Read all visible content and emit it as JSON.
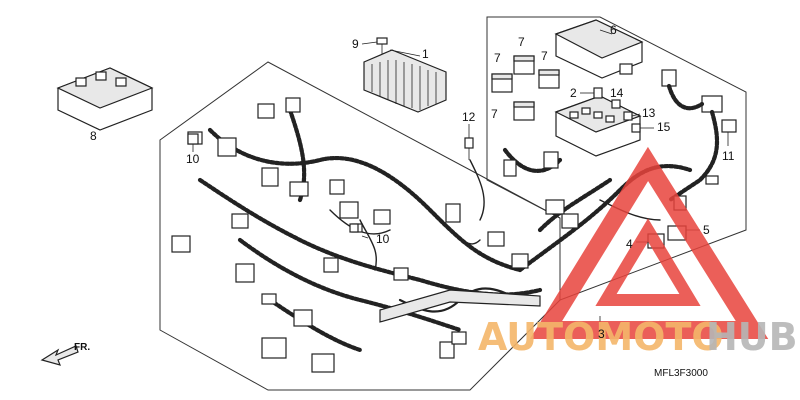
{
  "diagram": {
    "callouts": [
      {
        "id": "c1",
        "label": "1"
      },
      {
        "id": "c2",
        "label": "2"
      },
      {
        "id": "c3",
        "label": "3"
      },
      {
        "id": "c4",
        "label": "4"
      },
      {
        "id": "c5",
        "label": "5"
      },
      {
        "id": "c6",
        "label": "6"
      },
      {
        "id": "c7a",
        "label": "7"
      },
      {
        "id": "c7b",
        "label": "7"
      },
      {
        "id": "c7c",
        "label": "7"
      },
      {
        "id": "c7d",
        "label": "7"
      },
      {
        "id": "c8",
        "label": "8"
      },
      {
        "id": "c9",
        "label": "9"
      },
      {
        "id": "c10a",
        "label": "10"
      },
      {
        "id": "c10b",
        "label": "10"
      },
      {
        "id": "c11",
        "label": "11"
      },
      {
        "id": "c12",
        "label": "12"
      },
      {
        "id": "c13",
        "label": "13"
      },
      {
        "id": "c14",
        "label": "14"
      },
      {
        "id": "c15",
        "label": "15"
      }
    ],
    "direction_label": "FR.",
    "diagram_code": "MFL3F3000"
  },
  "watermark": {
    "brand_part1": "AUTOMOTO",
    "brand_part2": "HUB",
    "triangle_color": "#e8433c",
    "brand_color1": "#f4b66a",
    "brand_color2": "#b6b6b6"
  }
}
